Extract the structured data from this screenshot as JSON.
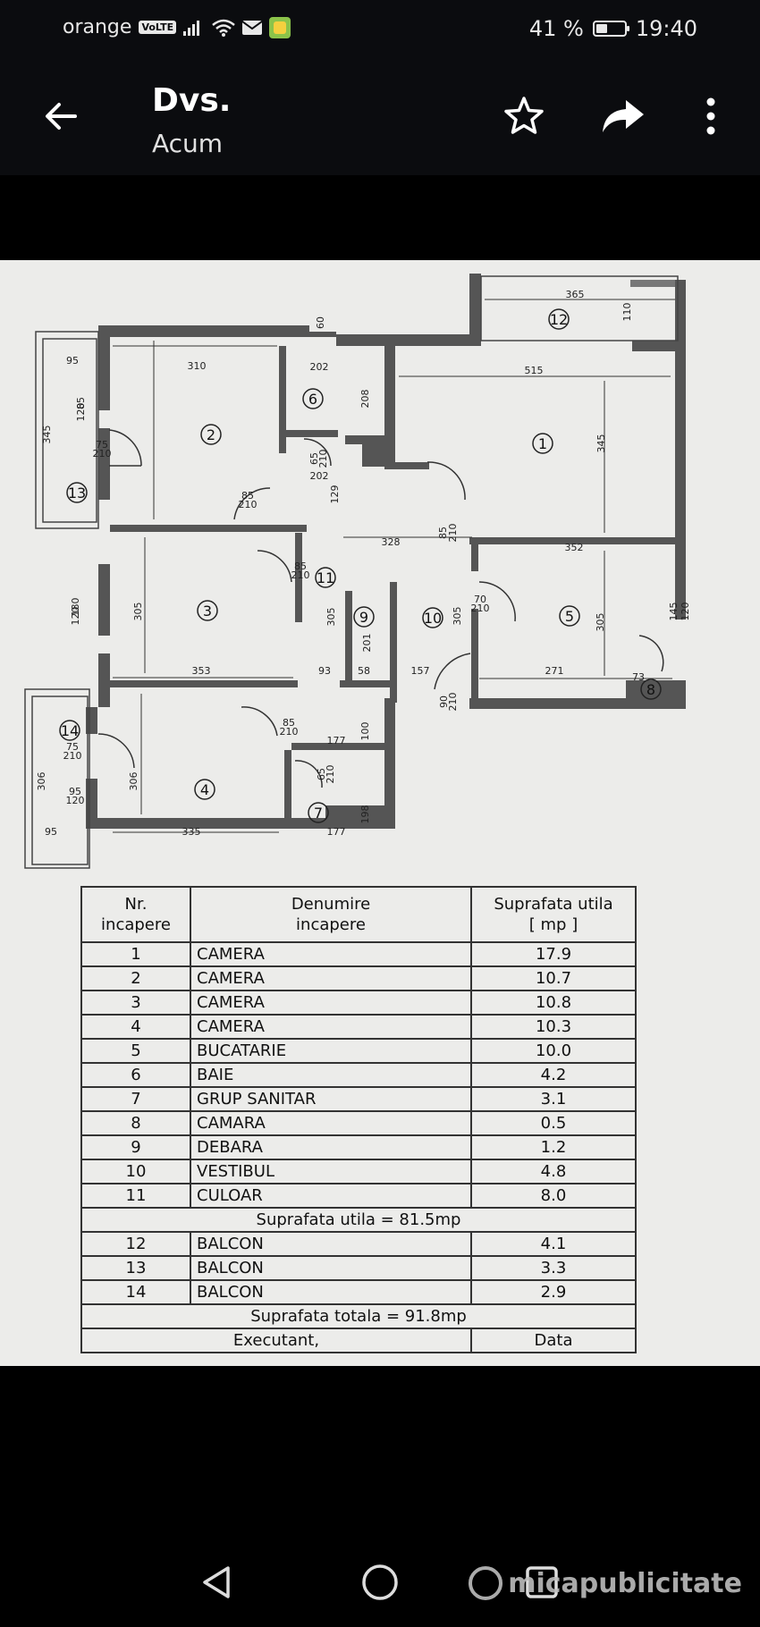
{
  "status_bar": {
    "carrier": "orange",
    "volte": "VoLTE",
    "battery": "41 %",
    "time": "19:40",
    "icons": [
      "signal-icon",
      "wifi-icon",
      "mail-icon",
      "app-notification-icon",
      "battery-icon"
    ]
  },
  "app_bar": {
    "title": "Dvs.",
    "subtitle": "Acum",
    "icons": [
      "back-arrow-icon",
      "star-icon",
      "share-icon",
      "more-vert-icon"
    ]
  },
  "floor_plan": {
    "room_numbers": [
      "1",
      "2",
      "3",
      "4",
      "5",
      "6",
      "7",
      "8",
      "9",
      "10",
      "11",
      "12",
      "13",
      "14"
    ],
    "dimensions": [
      "365",
      "110",
      "515",
      "345",
      "310",
      "202",
      "208",
      "60",
      "95",
      "345",
      "85",
      "120",
      "75",
      "210",
      "85",
      "210",
      "65",
      "210",
      "202",
      "129",
      "328",
      "85",
      "210",
      "352",
      "305",
      "180",
      "120",
      "305",
      "85",
      "210",
      "305",
      "201",
      "305",
      "70",
      "210",
      "145",
      "120",
      "353",
      "93",
      "58",
      "157",
      "271",
      "73",
      "85",
      "210",
      "177",
      "100",
      "90",
      "210",
      "306",
      "75",
      "210",
      "306",
      "95",
      "120",
      "65",
      "210",
      "198",
      "95",
      "335",
      "177"
    ]
  },
  "table": {
    "headers": [
      "Nr.\nincapere",
      "Denumire\nincapere",
      "Suprafata utila\n[ mp ]"
    ],
    "rows": [
      {
        "nr": "1",
        "name": "CAMERA",
        "area": "17.9"
      },
      {
        "nr": "2",
        "name": "CAMERA",
        "area": "10.7"
      },
      {
        "nr": "3",
        "name": "CAMERA",
        "area": "10.8"
      },
      {
        "nr": "4",
        "name": "CAMERA",
        "area": "10.3"
      },
      {
        "nr": "5",
        "name": "BUCATARIE",
        "area": "10.0"
      },
      {
        "nr": "6",
        "name": "BAIE",
        "area": "4.2"
      },
      {
        "nr": "7",
        "name": "GRUP SANITAR",
        "area": "3.1"
      },
      {
        "nr": "8",
        "name": "CAMARA",
        "area": "0.5"
      },
      {
        "nr": "9",
        "name": "DEBARA",
        "area": "1.2"
      },
      {
        "nr": "10",
        "name": "VESTIBUL",
        "area": "4.8"
      },
      {
        "nr": "11",
        "name": "CULOAR",
        "area": "8.0"
      }
    ],
    "subtotal": "Suprafata utila = 81.5mp",
    "balcony_rows": [
      {
        "nr": "12",
        "name": "BALCON",
        "area": "4.1"
      },
      {
        "nr": "13",
        "name": "BALCON",
        "area": "3.3"
      },
      {
        "nr": "14",
        "name": "BALCON",
        "area": "2.9"
      }
    ],
    "total": "Suprafata totala = 91.8mp",
    "footer_left": "Executant,",
    "footer_right": "Data"
  },
  "watermark": "micapublicitate",
  "nav_bar": {
    "icons": [
      "nav-back-icon",
      "nav-home-icon",
      "nav-recents-icon"
    ]
  }
}
